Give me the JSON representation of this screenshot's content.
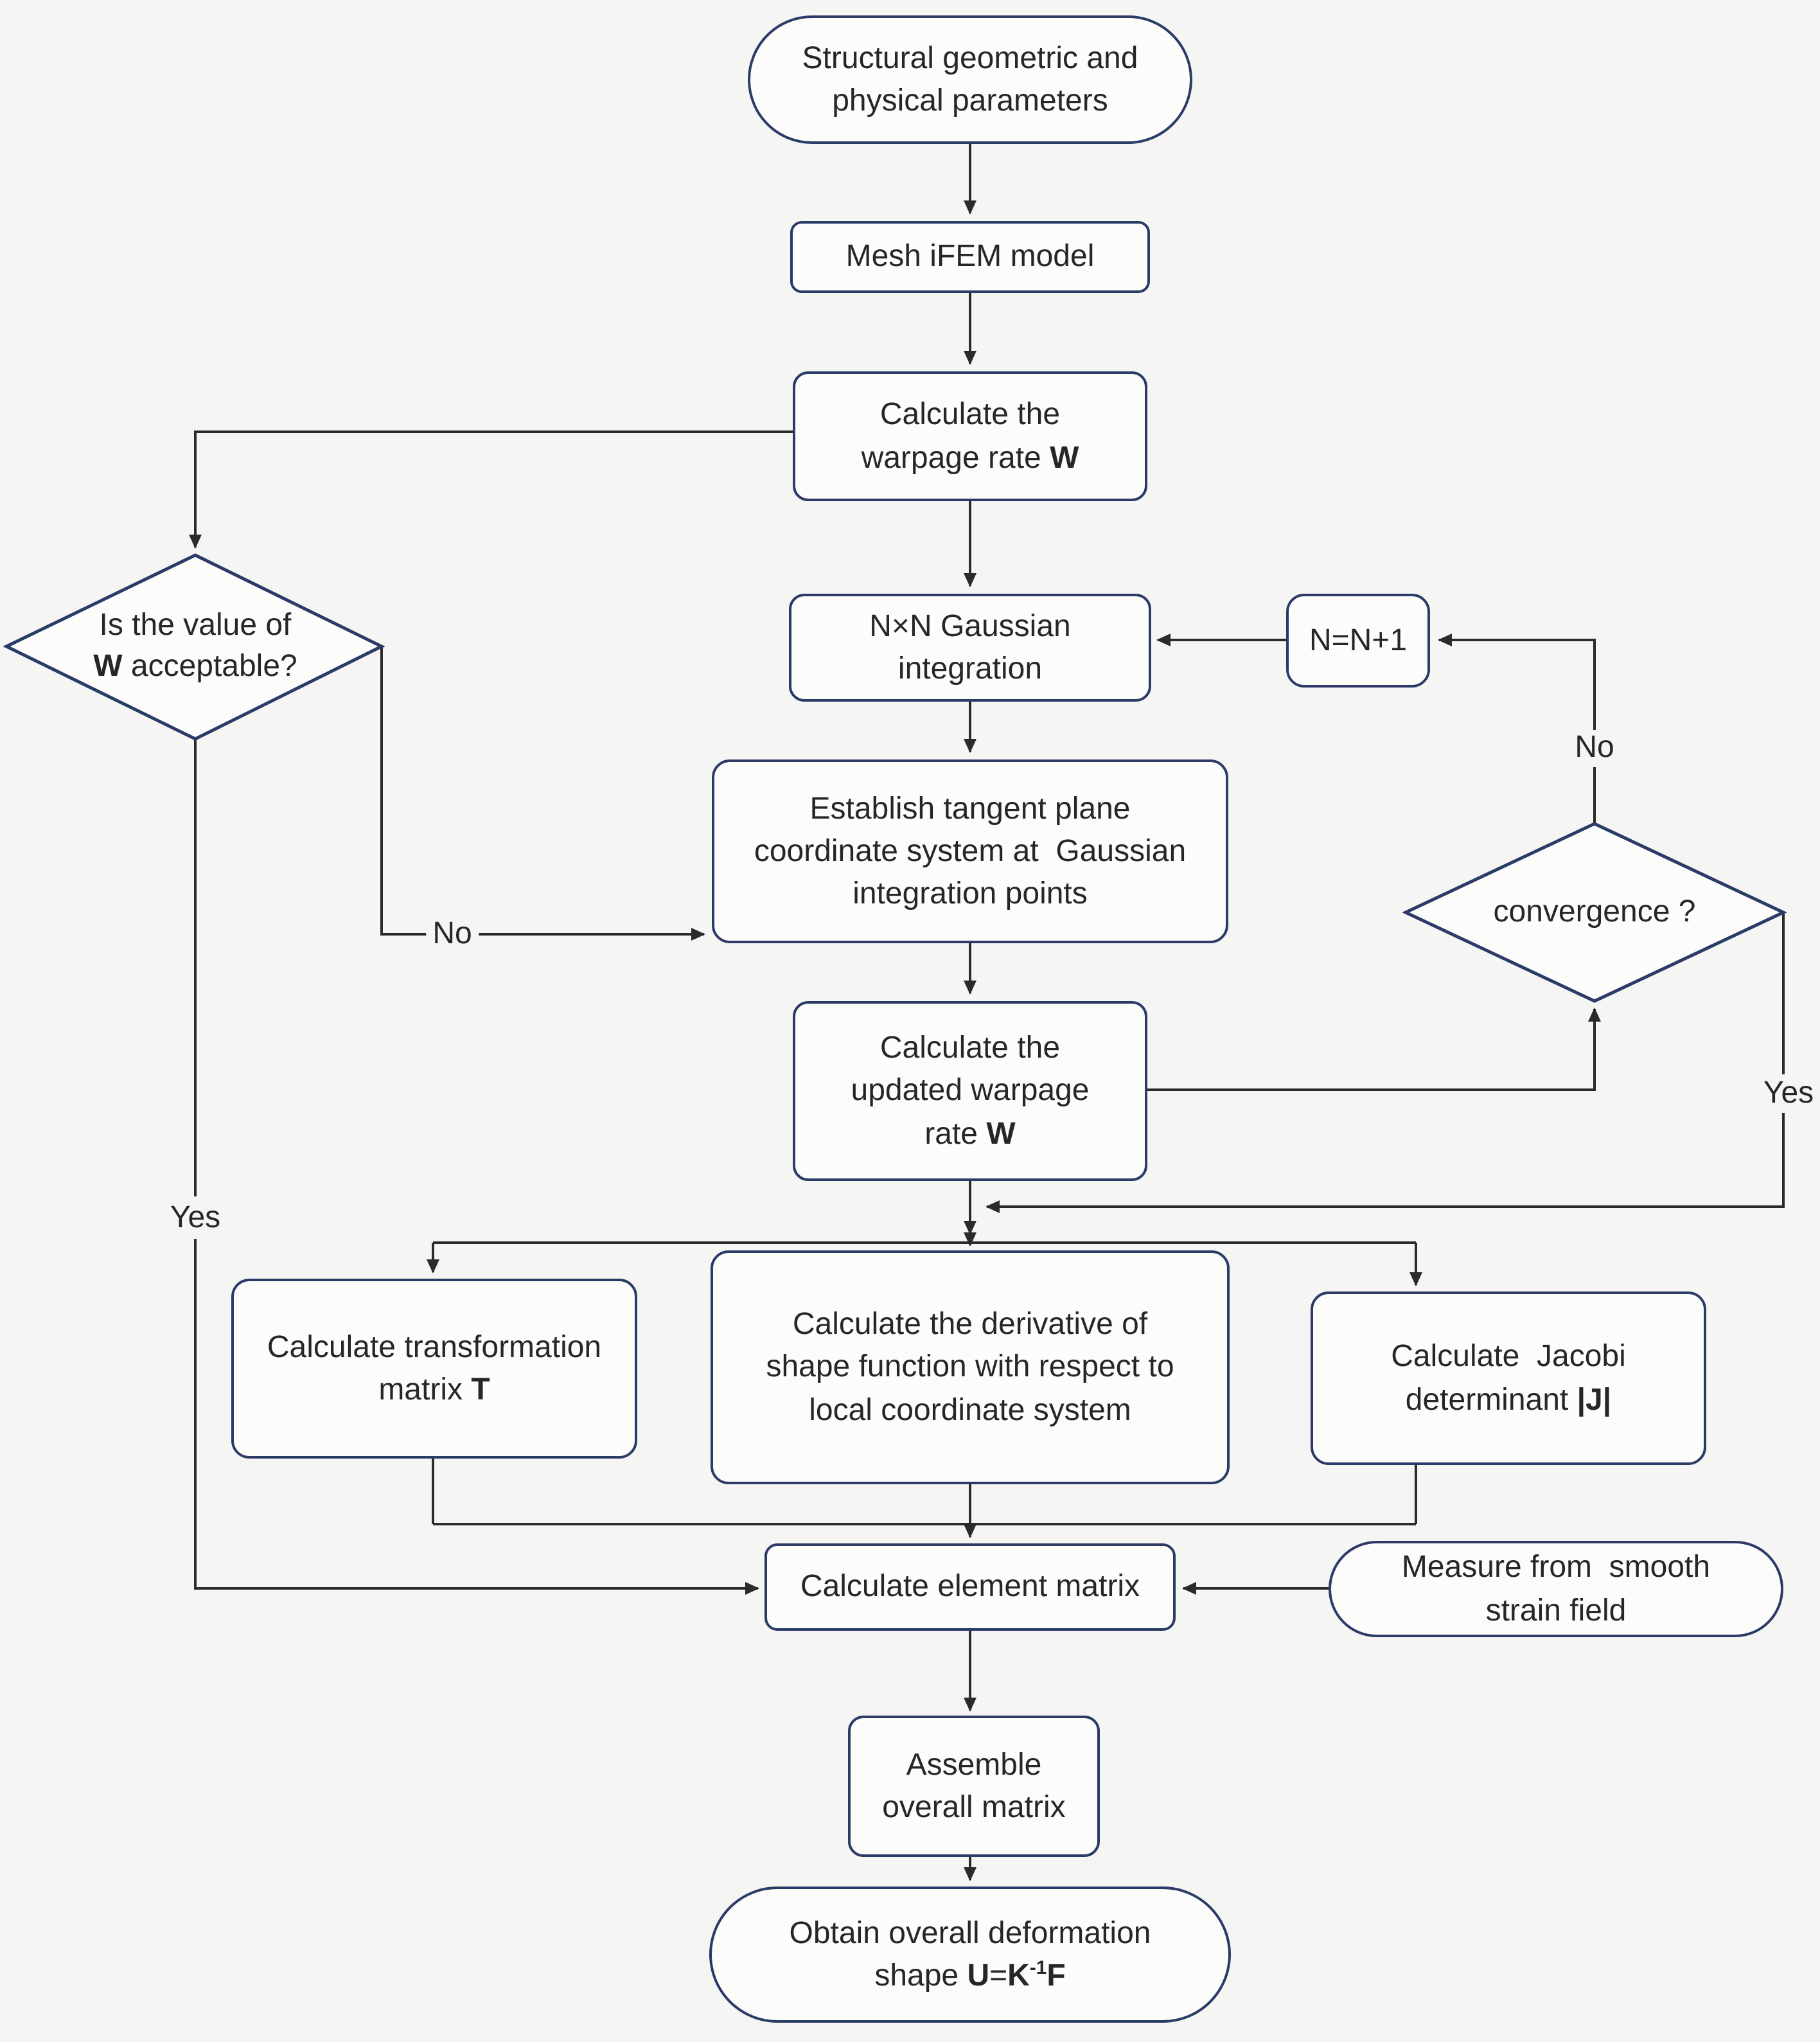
{
  "colors": {
    "background": "#f5f5f3",
    "node_fill": "#fcfcfb",
    "node_border": "#2b3a67",
    "connector": "#2b2b2b",
    "text": "#262626"
  },
  "nodes": {
    "start": {
      "shape": "stadium",
      "lines": [
        [
          {
            "t": "Structural geometric and"
          }
        ],
        [
          {
            "t": "physical parameters"
          }
        ]
      ]
    },
    "mesh": {
      "shape": "process",
      "lines": [
        [
          {
            "t": "Mesh iFEM model"
          }
        ]
      ]
    },
    "warpage": {
      "shape": "process",
      "lines": [
        [
          {
            "t": "Calculate the"
          }
        ],
        [
          {
            "t": "warpage rate "
          },
          {
            "t": "W",
            "b": true
          }
        ]
      ]
    },
    "gauss": {
      "shape": "process",
      "lines": [
        [
          {
            "t": "N×N Gaussian"
          }
        ],
        [
          {
            "t": "integration"
          }
        ]
      ]
    },
    "nn1": {
      "shape": "process",
      "lines": [
        [
          {
            "t": "N=N+1"
          }
        ]
      ]
    },
    "w_check": {
      "shape": "decision",
      "lines": [
        [
          {
            "t": "Is the value of"
          }
        ],
        [
          {
            "t": "W",
            "b": true
          },
          {
            "t": " acceptable?"
          }
        ]
      ]
    },
    "establish": {
      "shape": "process",
      "lines": [
        [
          {
            "t": "Establish tangent plane"
          }
        ],
        [
          {
            "t": "coordinate system at  Gaussian"
          }
        ],
        [
          {
            "t": "integration points"
          }
        ]
      ]
    },
    "convergence": {
      "shape": "decision",
      "lines": [
        [
          {
            "t": "convergence ?"
          }
        ]
      ]
    },
    "updated": {
      "shape": "process",
      "lines": [
        [
          {
            "t": "Calculate the"
          }
        ],
        [
          {
            "t": "updated warpage"
          }
        ],
        [
          {
            "t": "rate "
          },
          {
            "t": "W",
            "b": true
          }
        ]
      ]
    },
    "transform": {
      "shape": "process",
      "lines": [
        [
          {
            "t": "Calculate transformation"
          }
        ],
        [
          {
            "t": "matrix "
          },
          {
            "t": "T",
            "b": true
          }
        ]
      ]
    },
    "derivative": {
      "shape": "process",
      "lines": [
        [
          {
            "t": "Calculate the derivative of"
          }
        ],
        [
          {
            "t": "shape function with respect to"
          }
        ],
        [
          {
            "t": "local coordinate system"
          }
        ]
      ]
    },
    "jacobi": {
      "shape": "process",
      "lines": [
        [
          {
            "t": "Calculate  Jacobi"
          }
        ],
        [
          {
            "t": "determinant "
          },
          {
            "t": "|J|",
            "b": true
          }
        ]
      ]
    },
    "element": {
      "shape": "process",
      "lines": [
        [
          {
            "t": "Calculate element matrix"
          }
        ]
      ]
    },
    "measure": {
      "shape": "stadium",
      "lines": [
        [
          {
            "t": "Measure from  smooth"
          }
        ],
        [
          {
            "t": "strain field"
          }
        ]
      ]
    },
    "assemble": {
      "shape": "process",
      "lines": [
        [
          {
            "t": "Assemble"
          }
        ],
        [
          {
            "t": "overall matrix"
          }
        ]
      ]
    },
    "end": {
      "shape": "stadium",
      "lines": [
        [
          {
            "t": "Obtain overall deformation"
          }
        ],
        [
          {
            "t": "shape "
          },
          {
            "t": "U",
            "b": true
          },
          {
            "t": "="
          },
          {
            "t": "K",
            "b": true
          },
          {
            "t": "-1",
            "b": true,
            "sup": true
          },
          {
            "t": "F",
            "b": true
          }
        ]
      ]
    }
  },
  "edge_labels": {
    "no_left": "No",
    "yes_left": "Yes",
    "no_right": "No",
    "yes_right": "Yes"
  }
}
